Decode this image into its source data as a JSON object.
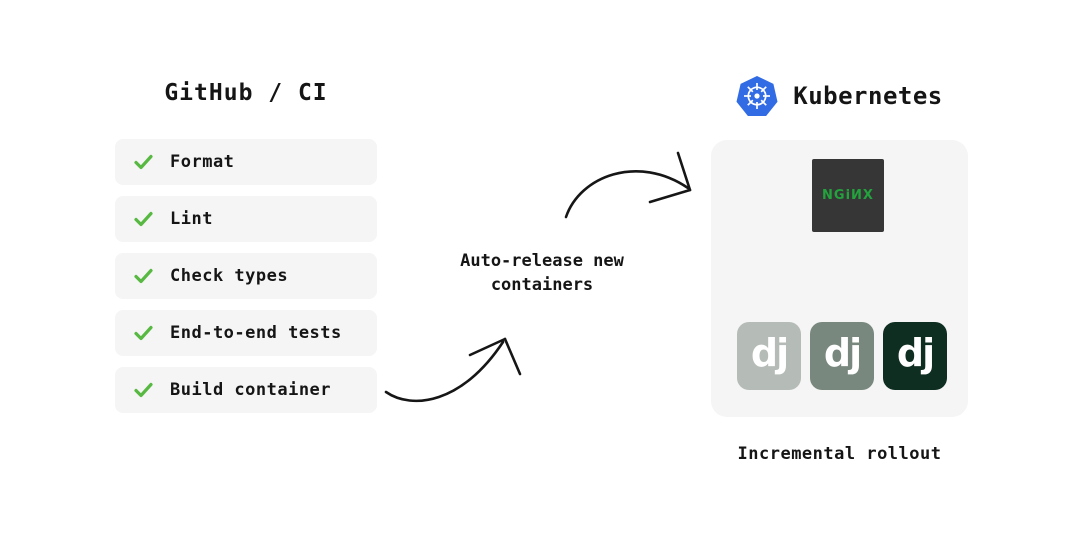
{
  "colors": {
    "text": "#151515",
    "row_bg": "#f5f5f5",
    "panel_bg": "#f5f5f5",
    "check_green": "#58b942",
    "kubernetes_blue": "#326ce5",
    "nginx_box_bg": "#363636",
    "nginx_green": "#23a33d"
  },
  "github_ci": {
    "title": "GitHub / CI",
    "checklist": [
      {
        "label": "Format",
        "checked": true
      },
      {
        "label": "Lint",
        "checked": true
      },
      {
        "label": "Check types",
        "checked": true
      },
      {
        "label": "End-to-end tests",
        "checked": true
      },
      {
        "label": "Build container",
        "checked": true
      }
    ]
  },
  "flow": {
    "caption": "Auto-release new containers"
  },
  "kubernetes": {
    "title": "Kubernetes",
    "nginx_label": "NGiИX",
    "pods": [
      {
        "label": "dj",
        "color": "#b5bbb6"
      },
      {
        "label": "dj",
        "color": "#78887e"
      },
      {
        "label": "dj",
        "color": "#0f2e22"
      }
    ],
    "caption": "Incremental rollout"
  }
}
